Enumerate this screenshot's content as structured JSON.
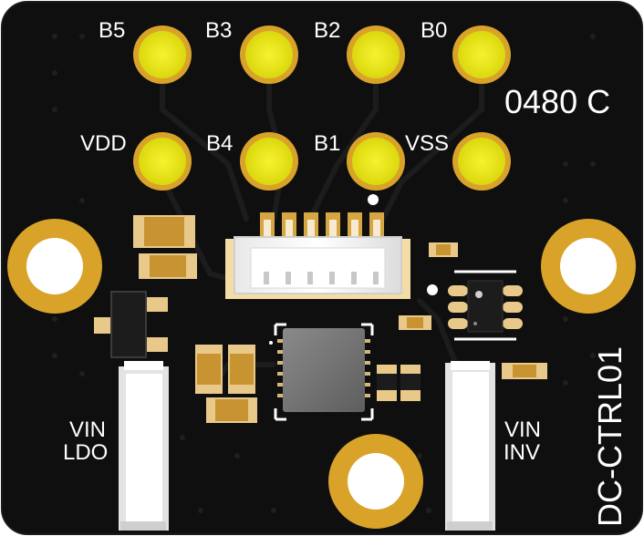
{
  "board": {
    "code": "0480 C",
    "name": "DC-CTRL01",
    "label_vin_ldo_line1": "VIN",
    "label_vin_ldo_line2": "LDO",
    "label_vin_inv_line1": "VIN",
    "label_vin_inv_line2": "INV"
  },
  "pads_top": [
    {
      "label": "B5"
    },
    {
      "label": "B3"
    },
    {
      "label": "B2"
    },
    {
      "label": "B0"
    }
  ],
  "pads_bottom": [
    {
      "label": "VDD"
    },
    {
      "label": "B4"
    },
    {
      "label": "B1"
    },
    {
      "label": "VSS"
    }
  ],
  "colors": {
    "board": "#0f0f0f",
    "gold": "#d9a32a",
    "pad": "#e8e314",
    "silkscreen": "#ffffff"
  }
}
